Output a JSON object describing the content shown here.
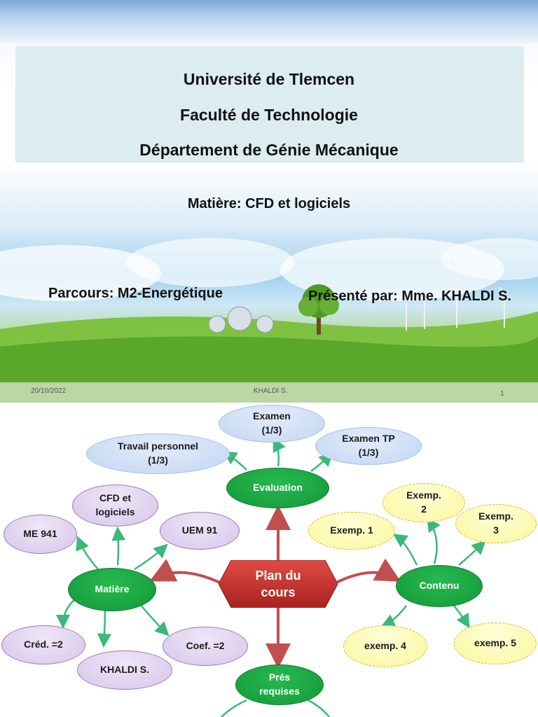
{
  "slide1": {
    "university": "Université de Tlemcen",
    "faculty": "Faculté de Technologie",
    "department": "Département de Génie Mécanique",
    "subject": "Matière: CFD et logiciels",
    "track": "Parcours: M2-Energétique",
    "presenter": "Présenté par: Mme. KHALDI S.",
    "footer": {
      "date": "20/10/2022",
      "author": "KHALDI S.",
      "page": "1"
    }
  },
  "slide2": {
    "center": "Plan du cours",
    "hubs": {
      "evaluation": "Evaluation",
      "matiere": "Matière",
      "contenu": "Contenu",
      "prerequis": "Prés requises"
    },
    "evaluation_items": [
      "Travail personnel (1/3)",
      "Examen (1/3)",
      "Examen TP (1/3)"
    ],
    "matiere_items": [
      "ME 941",
      "CFD et logiciels",
      "UEM 91",
      "Créd. =2",
      "KHALDI S.",
      "Coef. =2"
    ],
    "contenu_items": [
      "Exemp. 1",
      "Exemp. 2",
      "Exemp. 3",
      "exemp. 4",
      "exemp. 5"
    ],
    "colors": {
      "hub": "#139a3a",
      "center": "#c0302c",
      "arrow": "#c0504d",
      "link": "#3cb878"
    }
  }
}
